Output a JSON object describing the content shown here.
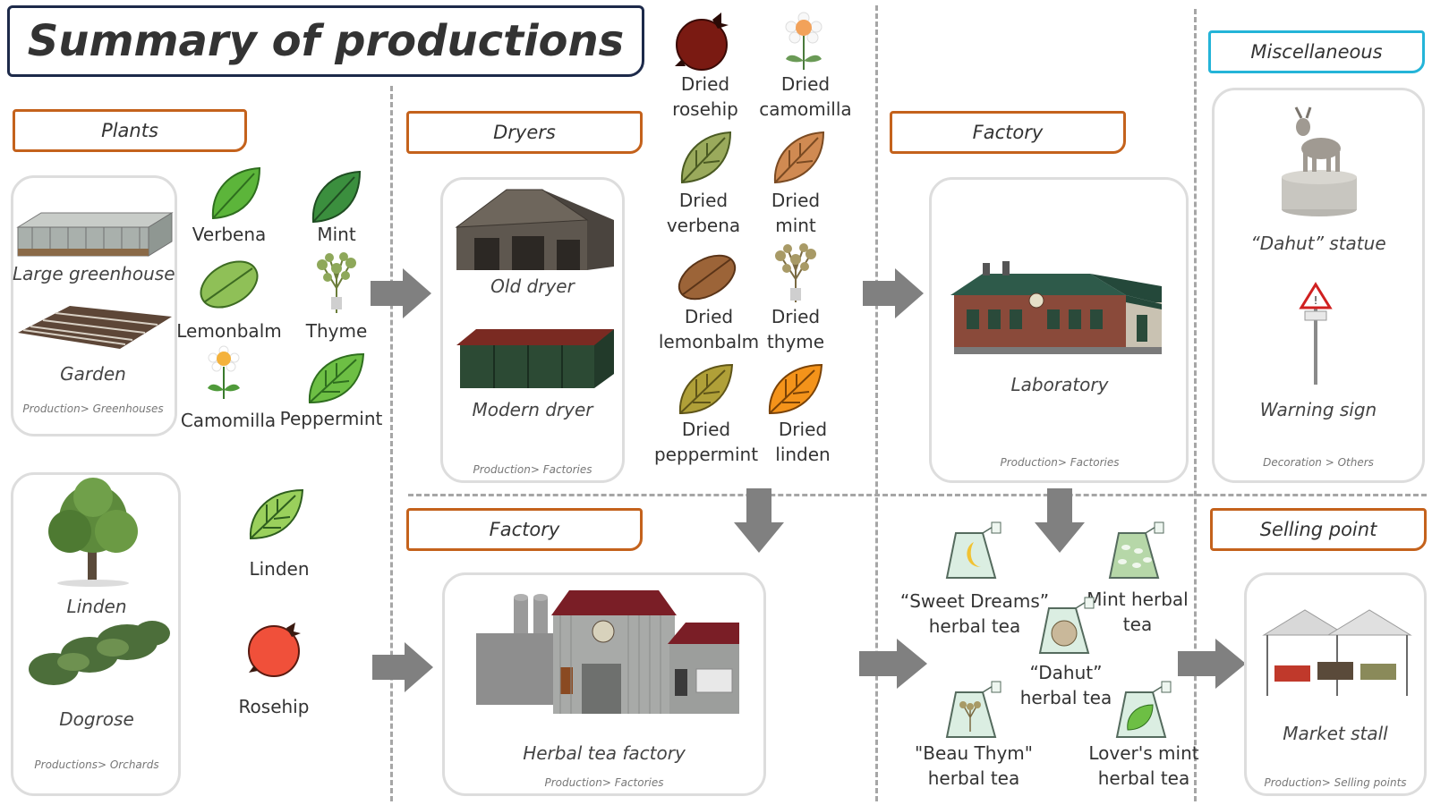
{
  "title": "Summary of productions",
  "plants": {
    "header": "Plants",
    "greenhouse_panel": {
      "items": [
        "Large greenhouse",
        "Garden"
      ],
      "source": "Production> Greenhouses"
    },
    "leaves": [
      "Verbena",
      "Mint",
      "Lemonbalm",
      "Thyme",
      "Camomilla",
      "Peppermint"
    ],
    "orchard_panel": {
      "items": [
        "Linden",
        "Dogrose"
      ],
      "source": "Productions> Orchards"
    },
    "fruits": [
      "Linden",
      "Rosehip"
    ]
  },
  "dryers": {
    "header": "Dryers",
    "items": [
      "Old dryer",
      "Modern dryer"
    ],
    "source": "Production> Factories"
  },
  "dried": [
    [
      "Dried",
      "rosehip"
    ],
    [
      "Dried",
      "camomilla"
    ],
    [
      "Dried",
      "verbena"
    ],
    [
      "Dried",
      "mint"
    ],
    [
      "Dried",
      "lemonbalm"
    ],
    [
      "Dried",
      "thyme"
    ],
    [
      "Dried",
      "peppermint"
    ],
    [
      "Dried",
      "linden"
    ]
  ],
  "factory_top": {
    "header": "Factory",
    "item": "Laboratory",
    "source": "Production> Factories"
  },
  "misc": {
    "header": "Miscellaneous",
    "items": [
      "“Dahut” statue",
      "Warning sign"
    ],
    "source": "Decoration > Others"
  },
  "factory_bottom": {
    "header": "Factory",
    "item": "Herbal tea factory",
    "source": "Production> Factories"
  },
  "teas": [
    [
      "“Sweet Dreams”",
      "herbal tea"
    ],
    [
      "Mint herbal",
      "tea"
    ],
    [
      "“Dahut”",
      "herbal tea"
    ],
    [
      "\"Beau Thym\"",
      "herbal tea"
    ],
    [
      "Lover's mint",
      "herbal tea"
    ]
  ],
  "selling": {
    "header": "Selling point",
    "item": "Market stall",
    "source": "Production> Selling points"
  },
  "colors": {
    "title_border": "#1d2a4a",
    "tag_border": "#c4621c",
    "misc_border": "#24b4d8",
    "arrow": "#808080",
    "divider": "#a6a6a6"
  }
}
